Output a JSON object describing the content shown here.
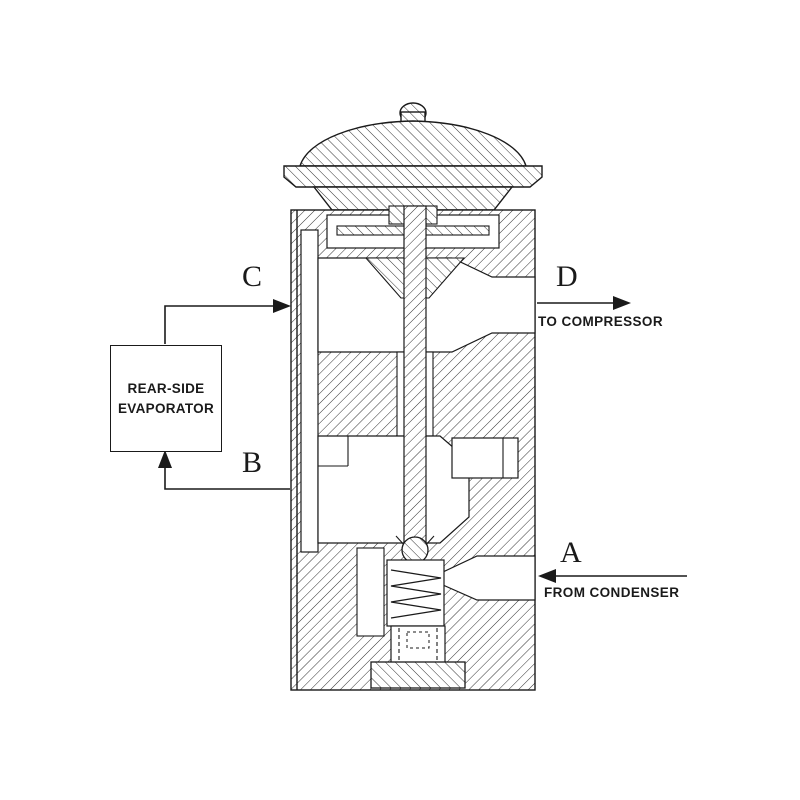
{
  "colors": {
    "line": "#1a1a1a",
    "background": "#ffffff"
  },
  "ports": {
    "a": "A",
    "b": "B",
    "c": "C",
    "d": "D"
  },
  "captions": {
    "to_compressor": "TO COMPRESSOR",
    "from_condenser": "FROM CONDENSER"
  },
  "evaporator_box": {
    "line1": "REAR-SIDE",
    "line2": "EVAPORATOR"
  }
}
